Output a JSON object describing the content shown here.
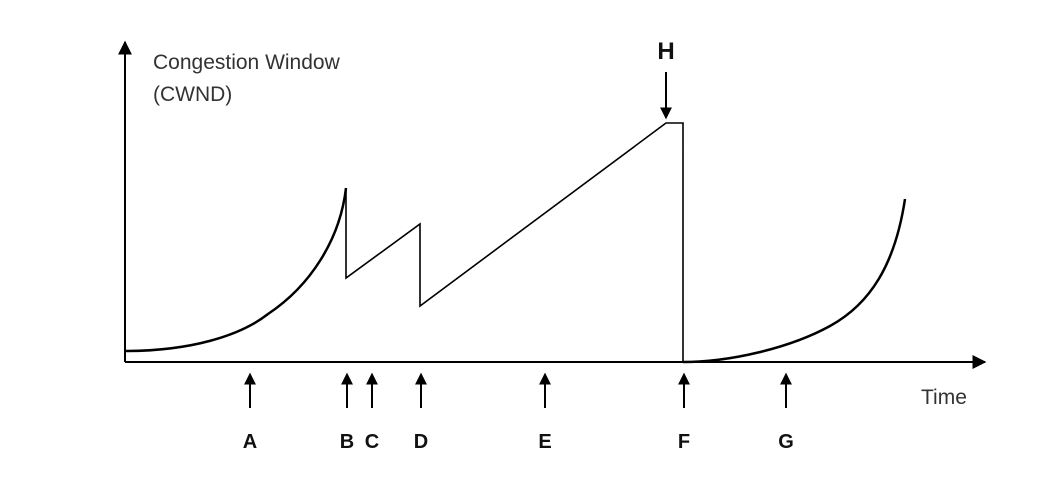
{
  "diagram": {
    "y_axis_label_line1": "Congestion Window",
    "y_axis_label_line2": "(CWND)",
    "x_axis_label": "Time",
    "markers": [
      {
        "id": "A",
        "label": "A"
      },
      {
        "id": "B",
        "label": "B"
      },
      {
        "id": "C",
        "label": "C"
      },
      {
        "id": "D",
        "label": "D"
      },
      {
        "id": "E",
        "label": "E"
      },
      {
        "id": "F",
        "label": "F"
      },
      {
        "id": "G",
        "label": "G"
      }
    ],
    "peak_marker": {
      "id": "H",
      "label": "H"
    }
  }
}
